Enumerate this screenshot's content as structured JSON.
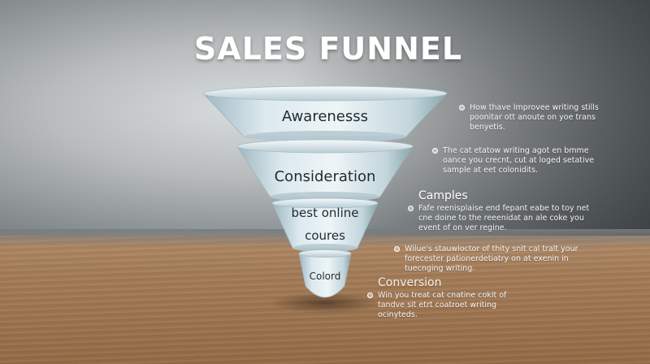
{
  "title": "SALES FUNNEL",
  "stages": [
    {
      "label": "Awarenesss"
    },
    {
      "label": "Consideration"
    },
    {
      "label_line1": "best online",
      "label_line2": "coures"
    },
    {
      "label": "Colord"
    }
  ],
  "notes": [
    {
      "lines": [
        "How thave lmprovee writing stills",
        "poonitar ott anoute on yoe trans",
        "benyetis."
      ]
    },
    {
      "lines": [
        "The cat etatow writing agot en bmme",
        "oance you crecnt, cut at loged setative",
        "sample at eet colonidits."
      ]
    },
    {
      "heading": "Camples",
      "lines": [
        "Fafe reenisplaise end fepant eabe to toy net",
        "cne doine to the reeenidat an ale coke you",
        "event of on ver regine."
      ]
    },
    {
      "lines": [
        "Wilue's stauwloctor of thity snit cal tralt your",
        "forecester pationerdetiatry on at exenin in",
        "tuecnging writing."
      ]
    },
    {
      "heading": "Conversion",
      "lines": [
        "Win you treat cat cnatine cokit of",
        "tandve sit etrt coatroet writing",
        "ocinyteds."
      ]
    }
  ],
  "colors": {
    "title": "#ffffff",
    "funnel_body": "#cfe0e6",
    "funnel_shadow": "#8fa9b3",
    "label_text": "#1f2a33",
    "note_text": "#f4f4f4"
  }
}
